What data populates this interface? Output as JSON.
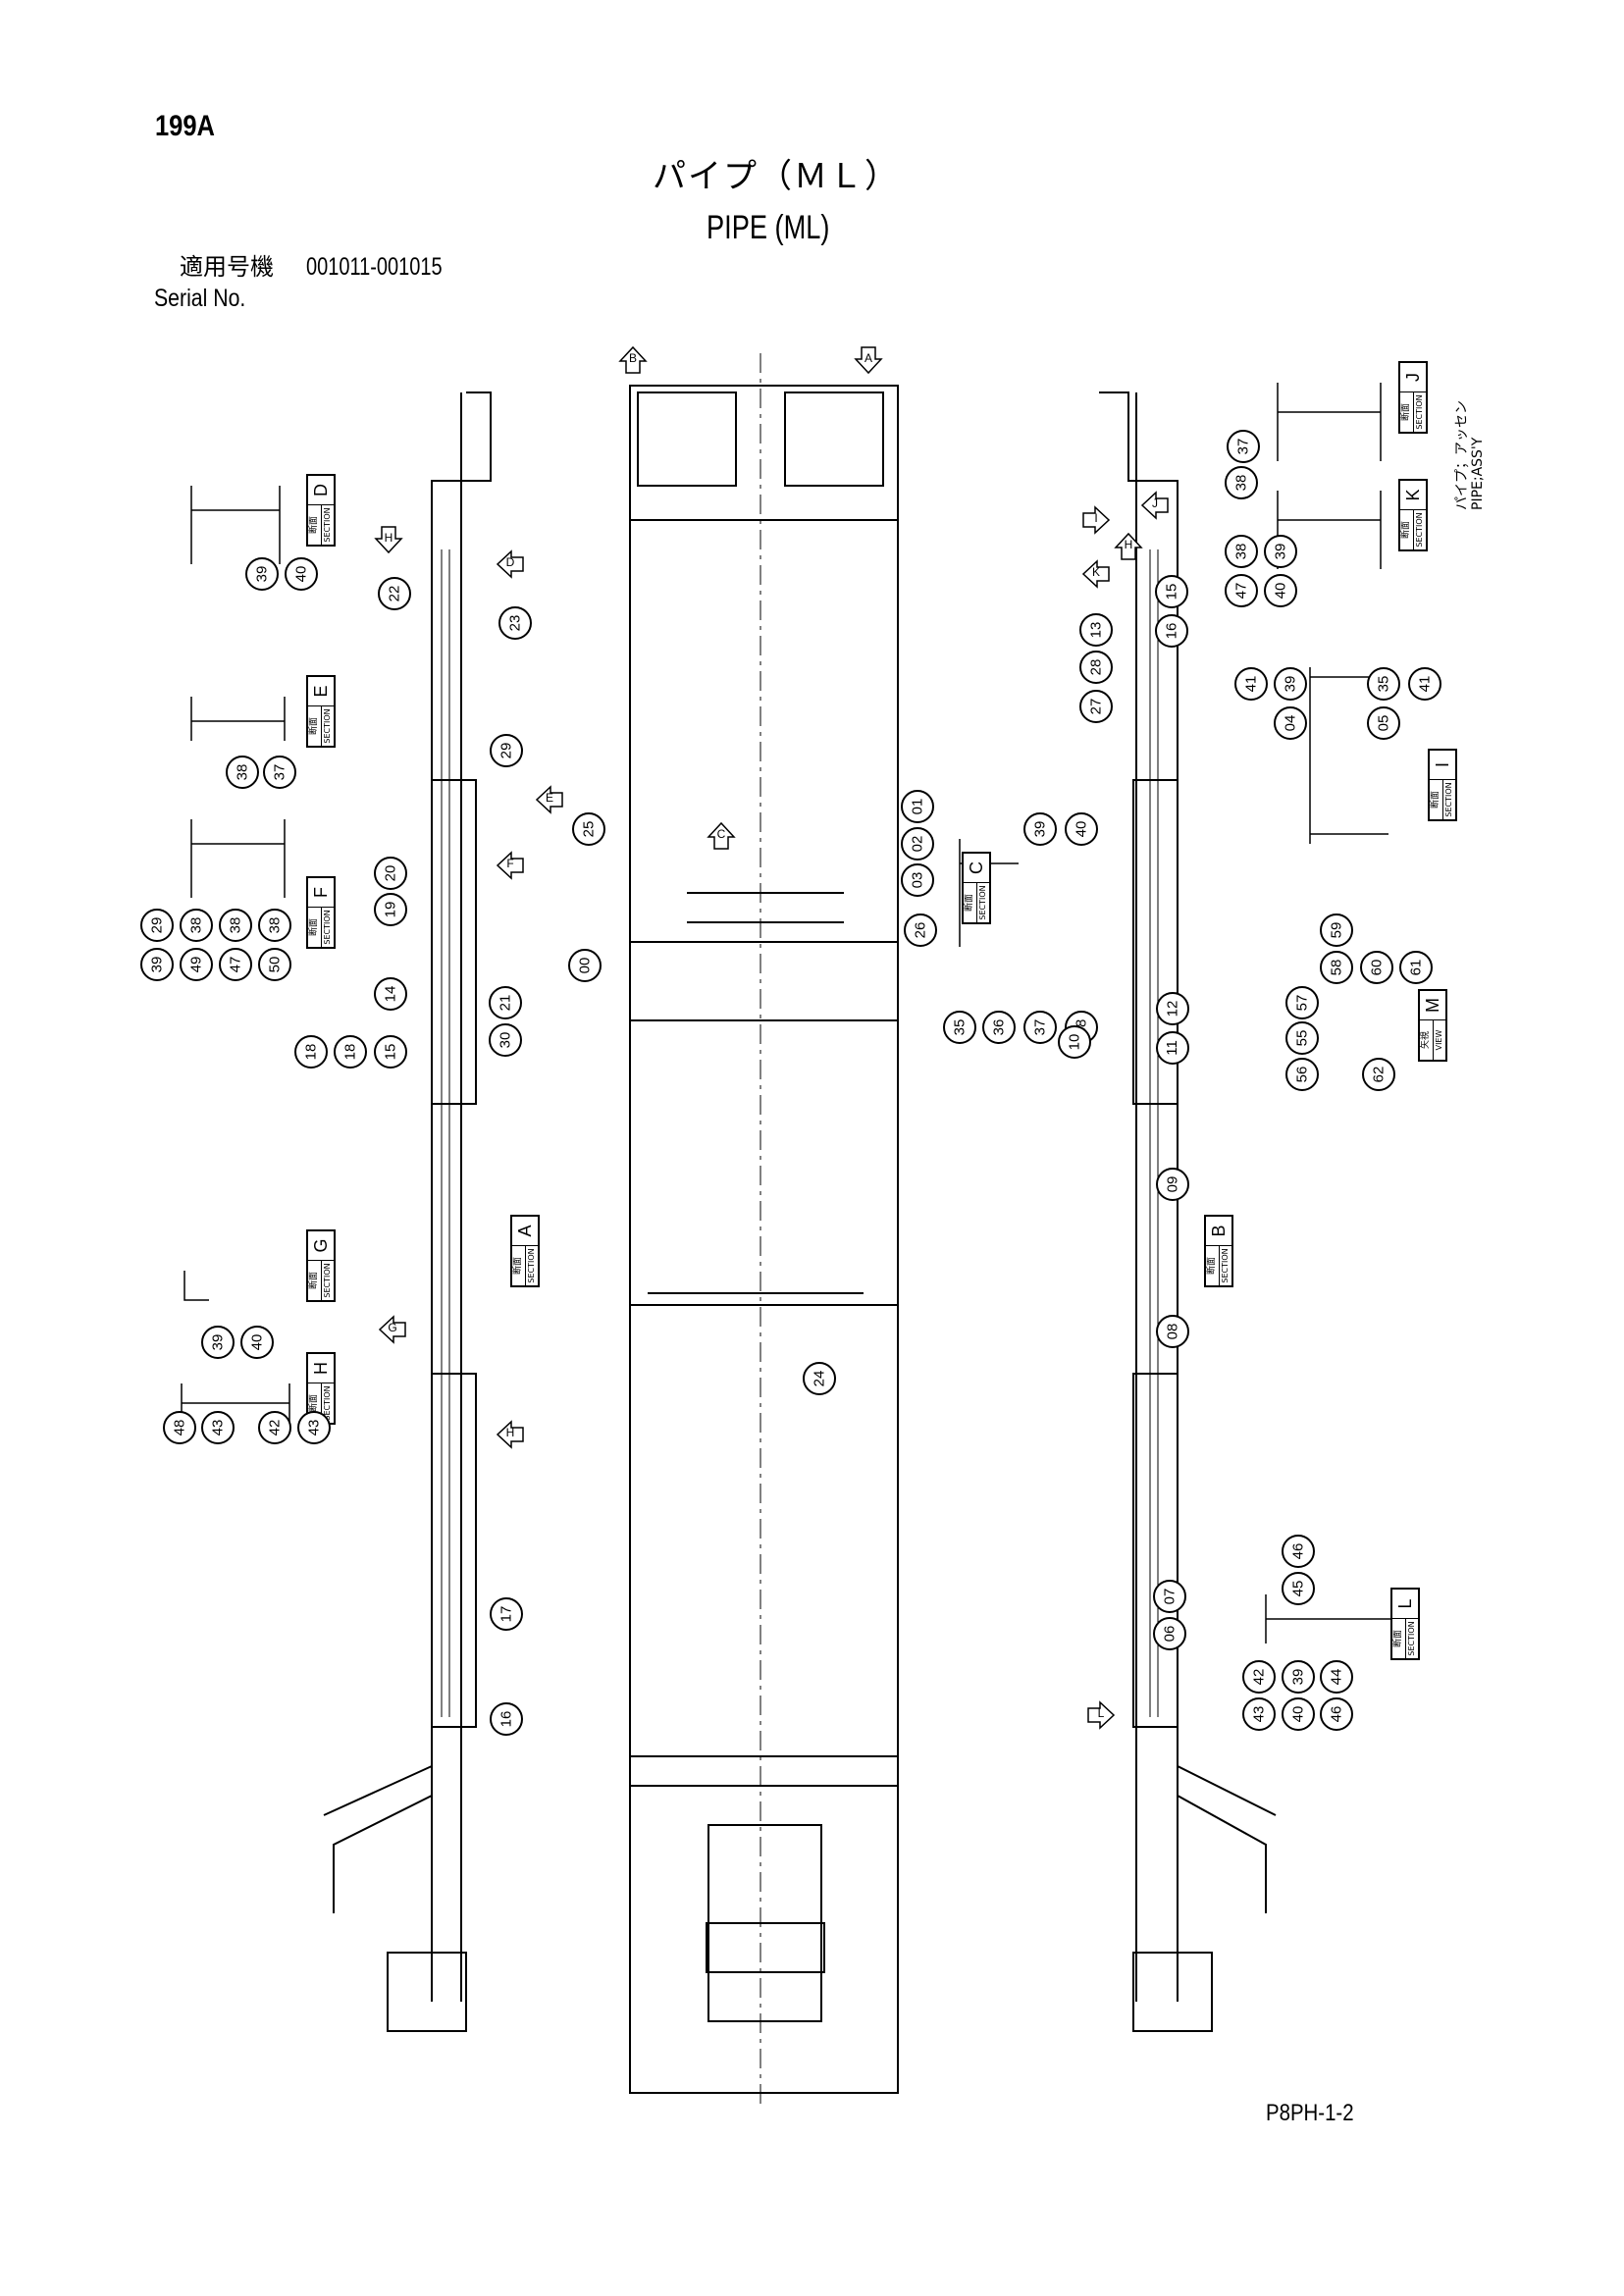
{
  "header": {
    "page_number": "199A",
    "title_jp": "パイプ（ＭＬ）",
    "title_en": "PIPE (ML)",
    "serial_label_jp": "適用号機",
    "serial_range": "001011-001015",
    "serial_label_en": "Serial No."
  },
  "assembly_note": {
    "jp": "パイプ；アッセン",
    "en": "PIPE;ASS'Y"
  },
  "footer": {
    "code": "P8PH-1-2"
  },
  "section_box": {
    "jp": "断面",
    "en": "SECTION",
    "view_jp": "矢視",
    "view_en": "VIEW"
  },
  "sections": [
    "D",
    "E",
    "F",
    "A",
    "G",
    "H",
    "C",
    "B",
    "J",
    "K",
    "I",
    "M",
    "L"
  ],
  "view_arrows": [
    "B",
    "A",
    "H",
    "D",
    "E",
    "F",
    "C",
    "G",
    "H",
    "I",
    "J",
    "K",
    "H",
    "L"
  ],
  "callouts": [
    "39",
    "40",
    "22",
    "23",
    "29",
    "38",
    "37",
    "29",
    "38",
    "38",
    "38",
    "39",
    "49",
    "47",
    "50",
    "20",
    "19",
    "14",
    "21",
    "30",
    "15",
    "18",
    "18",
    "25",
    "00",
    "26",
    "01",
    "02",
    "03",
    "39",
    "40",
    "35",
    "36",
    "37",
    "38",
    "13",
    "15",
    "16",
    "28",
    "27",
    "10",
    "11",
    "12",
    "41",
    "39",
    "35",
    "41",
    "04",
    "05",
    "37",
    "38",
    "38",
    "39",
    "47",
    "40",
    "59",
    "58",
    "60",
    "61",
    "57",
    "55",
    "56",
    "62",
    "09",
    "08",
    "07",
    "06",
    "46",
    "45",
    "42",
    "39",
    "44",
    "43",
    "40",
    "46",
    "39",
    "40",
    "48",
    "43",
    "42",
    "43",
    "17",
    "16",
    "24"
  ]
}
